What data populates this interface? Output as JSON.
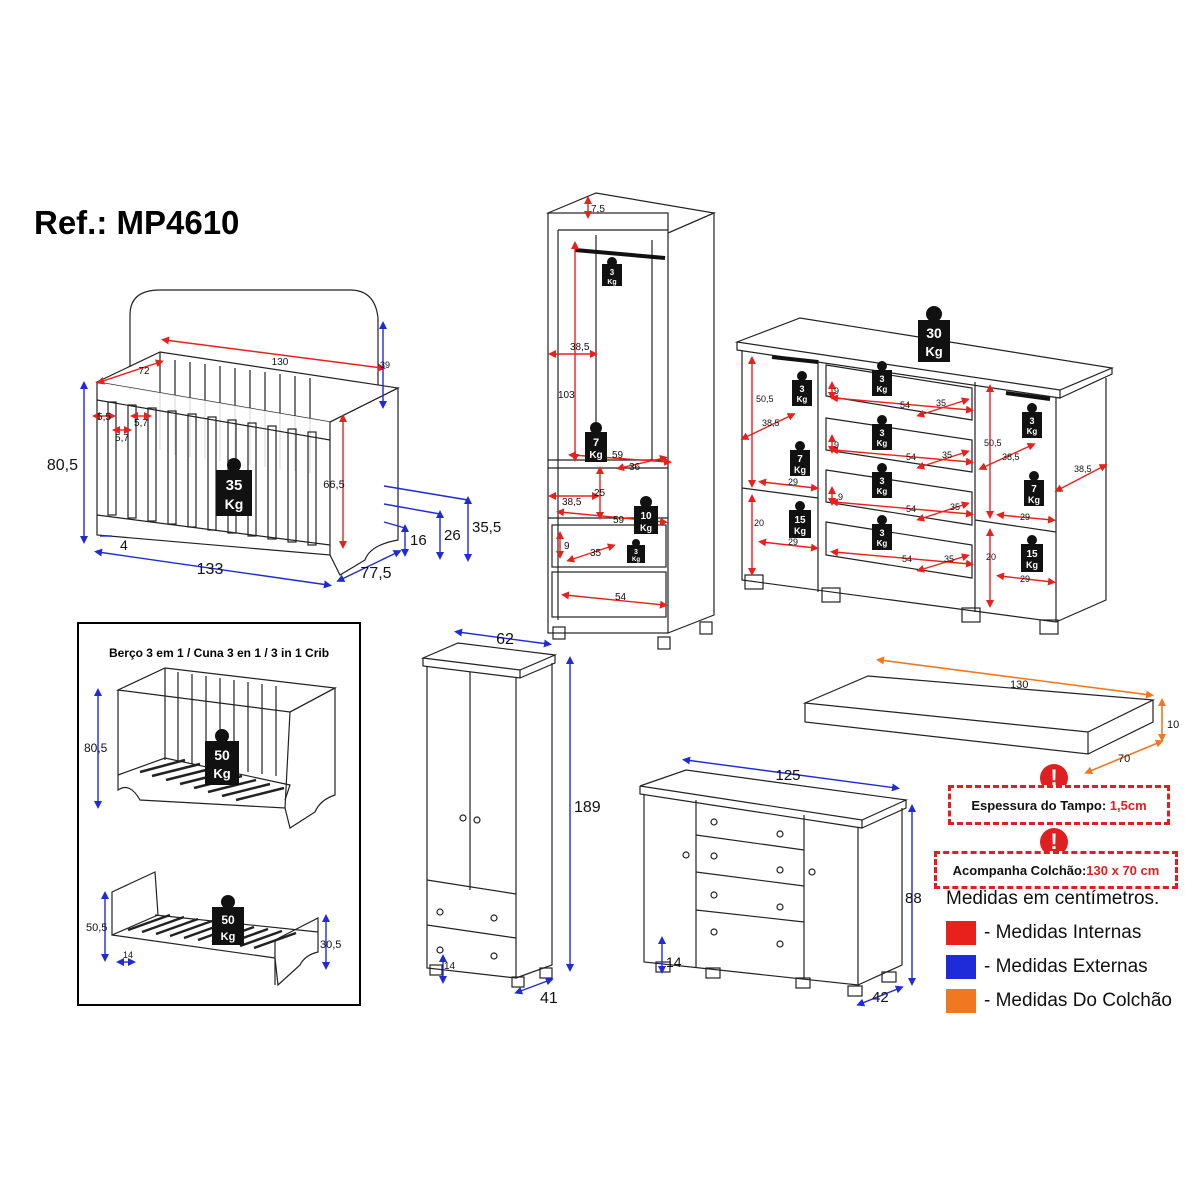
{
  "ref": "Ref.: MP4610",
  "crib_box_title": "Berço 3 em 1 / Cuna 3 en 1 / 3 in 1 Crib",
  "colors": {
    "internal": "#e8211d",
    "external": "#1f2ad8",
    "mattress": "#f07820"
  },
  "weights": {
    "crib": [
      "35",
      "Kg"
    ],
    "crib_mini": [
      "50",
      "Kg"
    ],
    "crib_bed": [
      "50",
      "Kg"
    ],
    "ward_rod": [
      "3",
      "Kg"
    ],
    "ward_shelf": [
      "7",
      "Kg"
    ],
    "ward_mid": [
      "10",
      "Kg"
    ],
    "ward_drawer": [
      "3",
      "Kg"
    ],
    "dresser_top": [
      "30",
      "Kg"
    ],
    "dresser_rod_left": [
      "3",
      "Kg"
    ],
    "dresser_rod_right": [
      "3",
      "Kg"
    ],
    "dresser_shelf_left": [
      "7",
      "Kg"
    ],
    "dresser_bottom_left": [
      "15",
      "Kg"
    ],
    "dresser_shelf_right": [
      "7",
      "Kg"
    ],
    "dresser_bottom_right": [
      "15",
      "Kg"
    ],
    "dresser_drawer1": [
      "3",
      "Kg"
    ],
    "dresser_drawer2": [
      "3",
      "Kg"
    ],
    "dresser_drawer3": [
      "3",
      "Kg"
    ],
    "dresser_drawer4": [
      "3",
      "Kg"
    ]
  },
  "dims": {
    "crib_width": "133",
    "crib_height": "80,5",
    "crib_depth": "77,5",
    "crib_foot": "4",
    "crib_int_width": "130",
    "crib_int_depth": "72",
    "crib_head": "39",
    "crib_int_height": "66,5",
    "crib_slat_gap_a": "5,5",
    "crib_slat_gap_b": "5,7",
    "crib_slat_gap_c": "5,7",
    "crib_base_16": "16",
    "crib_base_26": "26",
    "crib_base_355": "35,5",
    "mini_height": "80,5",
    "bed_height": "50,5",
    "bed_side": "30,5",
    "bed_foot": "14",
    "ward_top": "7,5",
    "ward_385_a": "38,5",
    "ward_103": "103",
    "ward_59_a": "59",
    "ward_36": "36",
    "ward_385_b": "38,5",
    "ward_25": "25",
    "ward_59_b": "59",
    "ward_9": "9",
    "ward_35": "35",
    "ward_54": "54",
    "dres_505_a": "50,5",
    "dres_385_a": "38,5",
    "dres_20_a": "20",
    "dres_29_a": "29",
    "dres_29_b": "29",
    "dres_9_a": "9",
    "dres_54_a": "54",
    "dres_35_a": "35",
    "dres_9_b": "9",
    "dres_54_b": "54",
    "dres_35_b": "35",
    "dres_9_c": "9",
    "dres_54_c": "54",
    "dres_35_c": "35",
    "dres_54_d": "54",
    "dres_35_d": "35",
    "dres_505_b": "50,5",
    "dres_385_b": "38,5",
    "dres_385_c": "38,5",
    "dres_20_b": "20",
    "dres_29_c": "29",
    "dres_29_d": "29",
    "armoire_width": "62",
    "armoire_height": "189",
    "armoire_depth": "41",
    "armoire_foot": "14",
    "mattress_length": "130",
    "mattress_width": "70",
    "mattress_height": "10",
    "chest_width": "125",
    "chest_height": "88",
    "chest_depth": "42",
    "chest_foot": "14"
  },
  "notices": {
    "tampo_label": "Espessura do Tampo:",
    "tampo_value": "1,5cm",
    "colchao_label": "Acompanha Colchão:",
    "colchao_value": "130 x 70 cm"
  },
  "legend": {
    "heading": "Medidas em centímetros.",
    "items": [
      {
        "label": "- Medidas Internas",
        "color": "#e8211d"
      },
      {
        "label": "- Medidas Externas",
        "color": "#1f2ad8"
      },
      {
        "label": "- Medidas Do Colchão",
        "color": "#f07820"
      }
    ]
  }
}
